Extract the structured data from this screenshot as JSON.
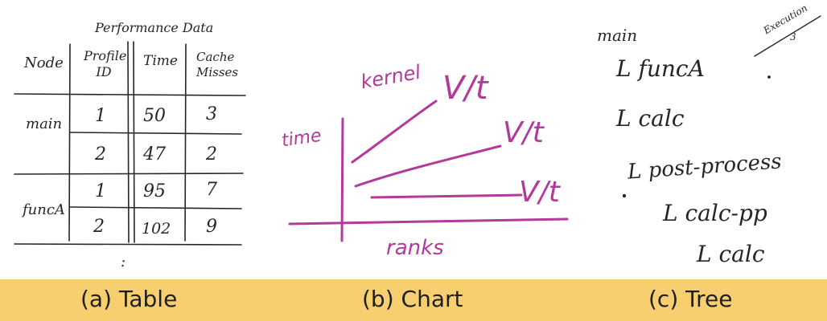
{
  "table": {
    "title": "Performance Data",
    "headers": [
      "Node",
      "Profile ID",
      "Time",
      "Cache Misses"
    ],
    "rows": [
      {
        "node": "main",
        "profile_id": "1",
        "time": "50",
        "cache_misses": "3"
      },
      {
        "node": "",
        "profile_id": "2",
        "time": "47",
        "cache_misses": "2"
      },
      {
        "node": "funcA",
        "profile_id": "1",
        "time": "95",
        "cache_misses": "7"
      },
      {
        "node": "",
        "profile_id": "2",
        "time": "102",
        "cache_misses": "9"
      }
    ],
    "continuation": ":"
  },
  "chart": {
    "ylabel": "time",
    "xlabel": "ranks",
    "series_label": "kernel",
    "line_labels": [
      "V/t",
      "V/t",
      "V/t"
    ]
  },
  "tree": {
    "root": "main",
    "nodes": [
      "L funcA",
      "L calc",
      "L post-process",
      "L calc-pp",
      "L calc"
    ],
    "corner_label": "Execution",
    "corner_number": "3"
  },
  "captions": [
    "(a) Table",
    "(b) Chart",
    "(c) Tree"
  ],
  "colors": {
    "ink": "#262626",
    "chart_ink": "#b23a9a",
    "caption_bar": "#f8cf6e"
  }
}
